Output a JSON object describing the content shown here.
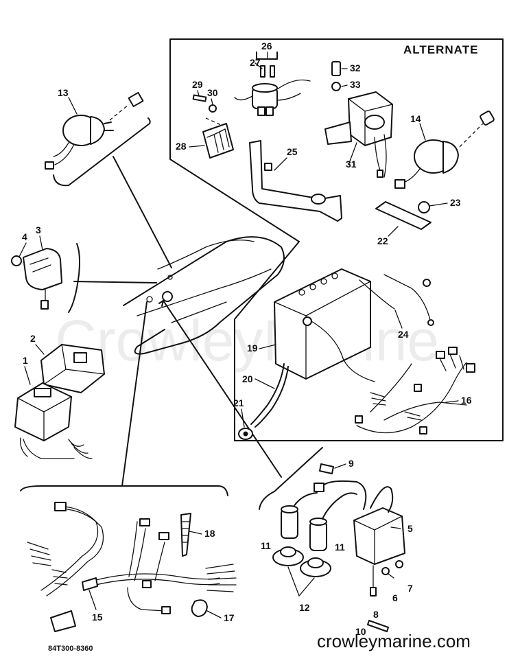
{
  "panel": {
    "title": "ALTERNATE"
  },
  "callouts": {
    "c1": "1",
    "c2": "2",
    "c3": "3",
    "c4": "4",
    "c5": "5",
    "c6": "6",
    "c7": "7",
    "c8": "8",
    "c9": "9",
    "c10": "10",
    "c11a": "11",
    "c11b": "11",
    "c12": "12",
    "c13": "13",
    "c14": "14",
    "c15": "15",
    "c16": "16",
    "c17": "17",
    "c18": "18",
    "c19": "19",
    "c20": "20",
    "c21": "21",
    "c22": "22",
    "c23": "23",
    "c24": "24",
    "c25": "25",
    "c26": "26",
    "c27": "27",
    "c28": "28",
    "c29": "29",
    "c30": "30",
    "c31": "31",
    "c32": "32",
    "c33": "33"
  },
  "footer": {
    "part_code": "84T300-8360",
    "website": "crowleymarine.com"
  },
  "watermark": "CrowleyMarine",
  "colors": {
    "ink": "#111111",
    "background": "#ffffff"
  }
}
